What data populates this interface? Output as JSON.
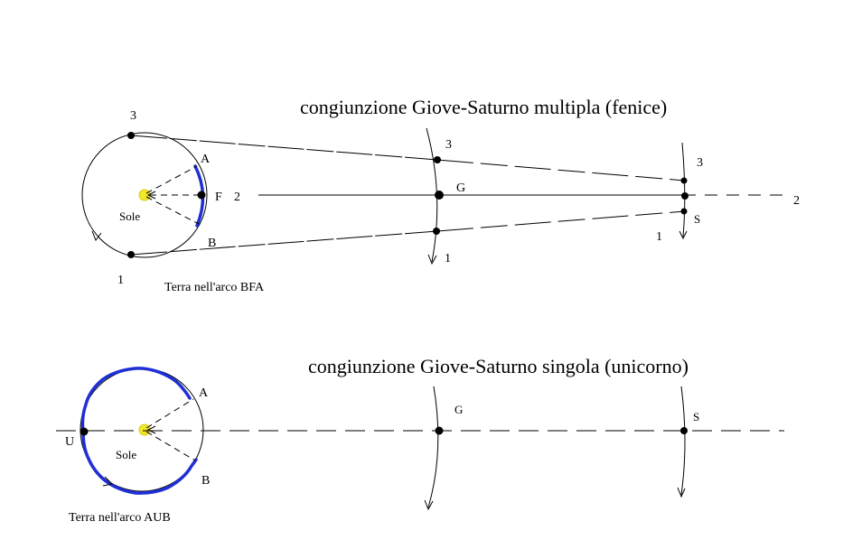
{
  "top": {
    "title": "congiunzione Giove-Saturno multipla  (fenice)",
    "sun_label": "Sole",
    "caption": "Terra nell'arco BFA",
    "points": {
      "A": "A",
      "B": "B",
      "F": "F",
      "G": "G",
      "S": "S",
      "earth_3": "3",
      "earth_1": "1",
      "line_2": "2",
      "jupiter_3": "3",
      "jupiter_1": "1",
      "saturn_3": "3",
      "saturn_1": "1",
      "far_2": "2"
    }
  },
  "bottom": {
    "title": "congiunzione Giove-Saturno singola  (unicorno)",
    "sun_label": "Sole",
    "caption": "Terra nell'arco AUB",
    "points": {
      "A": "A",
      "B": "B",
      "U": "U",
      "G": "G",
      "S": "S"
    }
  },
  "colors": {
    "arc": "#1f2fd6",
    "sun": "#f2e82a",
    "ink": "#000000"
  }
}
